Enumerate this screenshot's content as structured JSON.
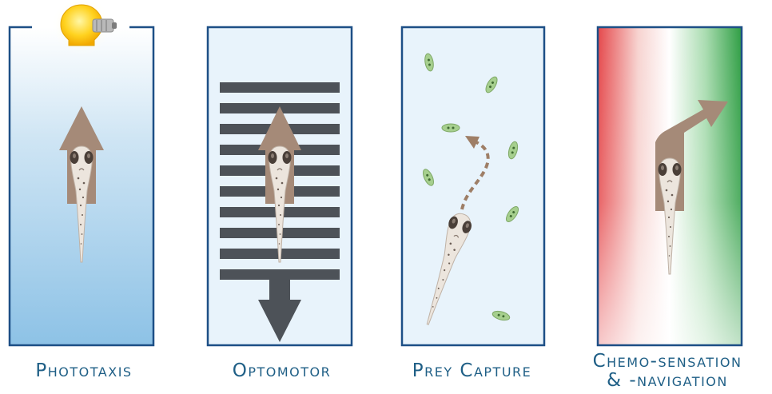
{
  "panels": [
    {
      "id": "phototaxis",
      "caption": "Phototaxis"
    },
    {
      "id": "optomotor",
      "caption": "Optomotor"
    },
    {
      "id": "prey-capture",
      "caption": "Prey Capture"
    },
    {
      "id": "chemo",
      "caption_line1": "Chemo-sensation",
      "caption_line2": "& -navigation"
    }
  ],
  "icons": [
    "light-bulb-icon",
    "arrow-up-icon",
    "arrow-down-icon",
    "dashed-arrow-icon",
    "curved-arrow-icon",
    "zebrafish-larva-icon",
    "paramecium-icon"
  ],
  "colors": {
    "border": "#1d4f86",
    "caption": "#1f5f86",
    "arrow_brown": "#a58a78",
    "stripe_gray": "#4d5258",
    "prey_green": "#a6cf8e",
    "chemo_red": "#e6484a",
    "chemo_green": "#3aa64b",
    "panel_blue": "#8fc3e6",
    "panel_light": "#e8f3fb"
  }
}
